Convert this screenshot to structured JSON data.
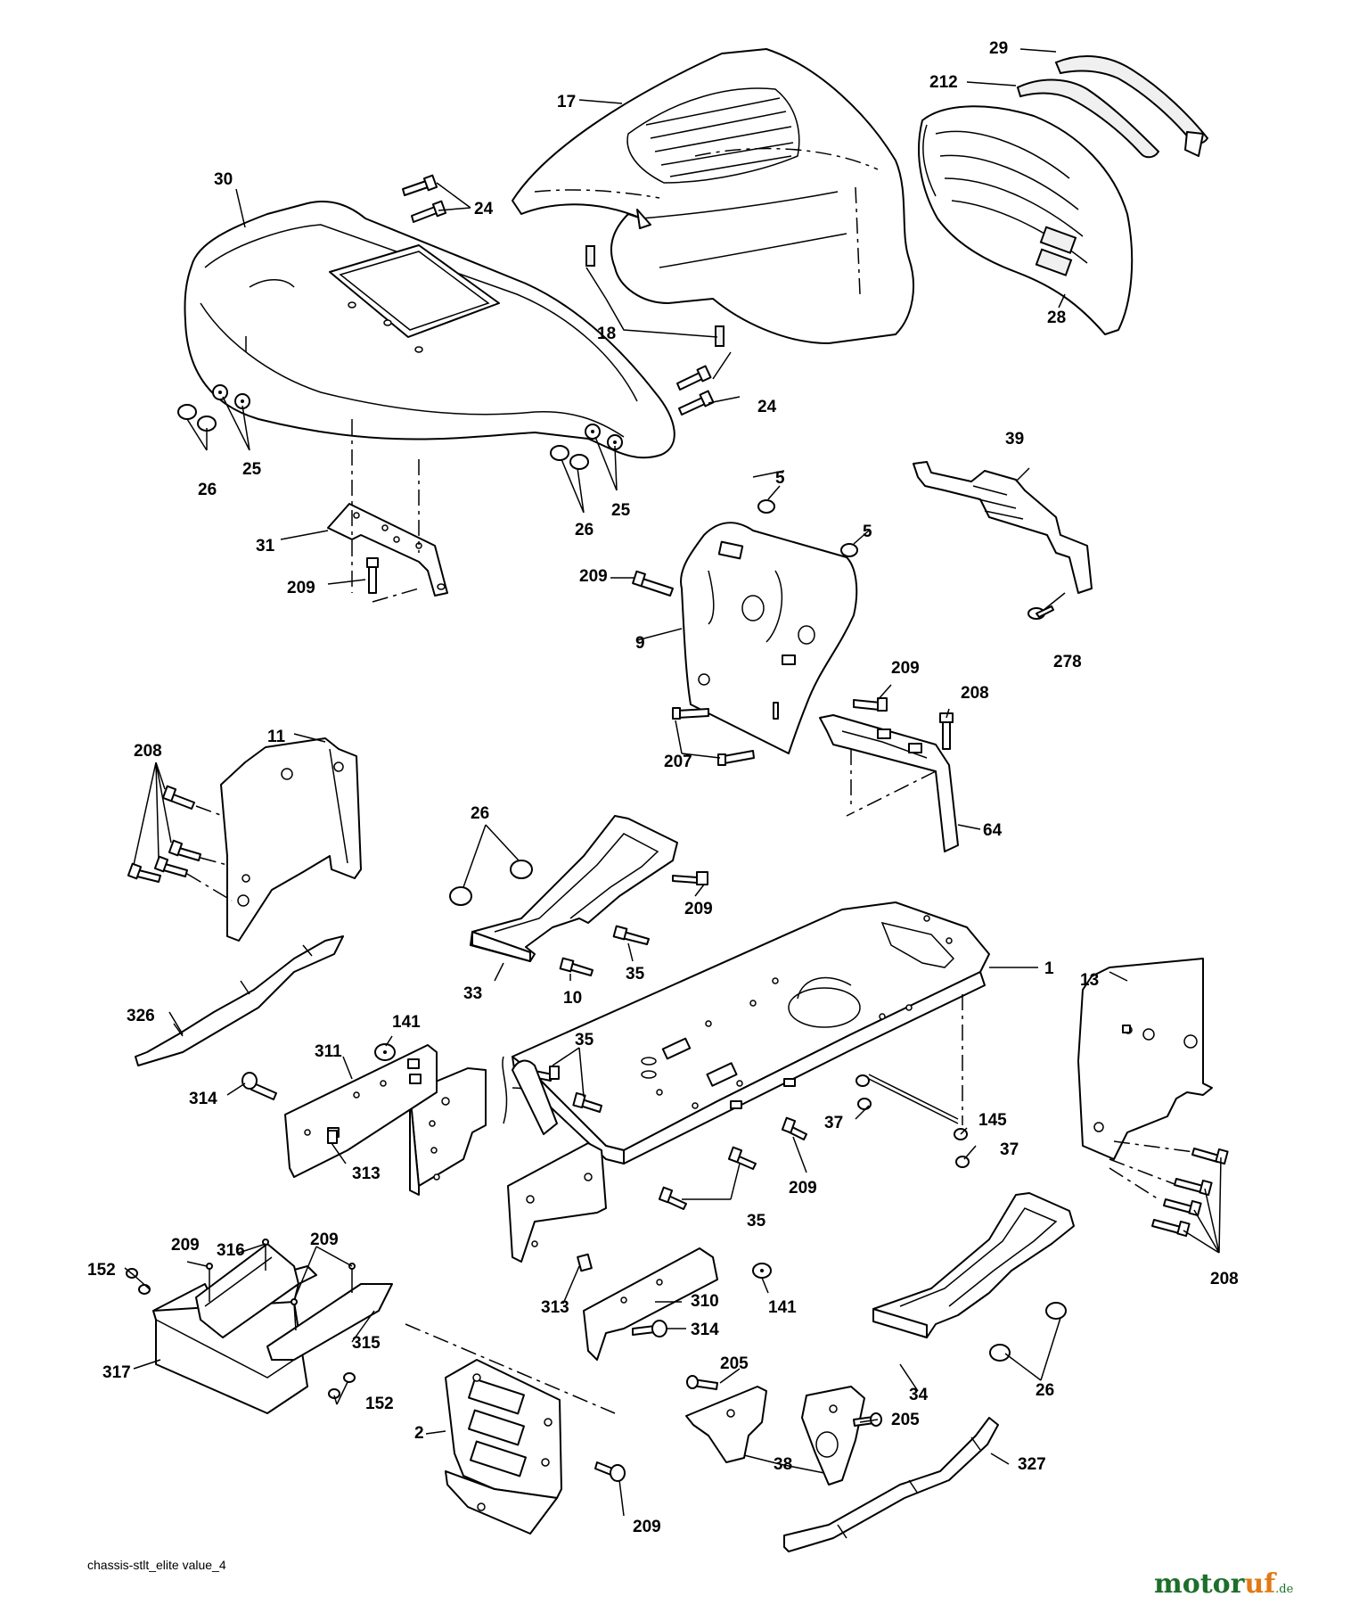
{
  "footer": {
    "file_name": "chassis-stlt_elite value_4"
  },
  "watermark": {
    "brand_main": "motor",
    "brand_accent": "uf",
    "brand_tld": ".de",
    "color_main": "#1d6f2b",
    "color_accent": "#e07a14"
  },
  "callouts": {
    "c29": "29",
    "c212": "212",
    "c17": "17",
    "c30": "30",
    "c24a": "24",
    "c24b": "24",
    "c18": "18",
    "c28": "28",
    "c26a": "26",
    "c25a": "25",
    "c26b": "26",
    "c25b": "25",
    "c31": "31",
    "c209a": "209",
    "c5a": "5",
    "c5b": "5",
    "c39": "39",
    "c209b": "209",
    "c9": "9",
    "c278": "278",
    "c209c": "209",
    "c208a": "208",
    "c207": "207",
    "c64": "64",
    "c208b": "208",
    "c11": "11",
    "c26c": "26",
    "c209d": "209",
    "c35a": "35",
    "c33": "33",
    "c10": "10",
    "c1": "1",
    "c13": "13",
    "c326": "326",
    "c141a": "141",
    "c311": "311",
    "c35b": "35",
    "c314a": "314",
    "c313a": "313",
    "c37a": "37",
    "c145": "145",
    "c37b": "37",
    "c209e": "209",
    "c35c": "35",
    "c208c": "208",
    "c209f": "209",
    "c316": "316",
    "c209g": "209",
    "c152a": "152",
    "c315": "315",
    "c317": "317",
    "c313b": "313",
    "c310": "310",
    "c141b": "141",
    "c314b": "314",
    "c152b": "152",
    "c205a": "205",
    "c34": "34",
    "c26d": "26",
    "c2": "2",
    "c205b": "205",
    "c38": "38",
    "c327": "327",
    "c209h": "209"
  }
}
